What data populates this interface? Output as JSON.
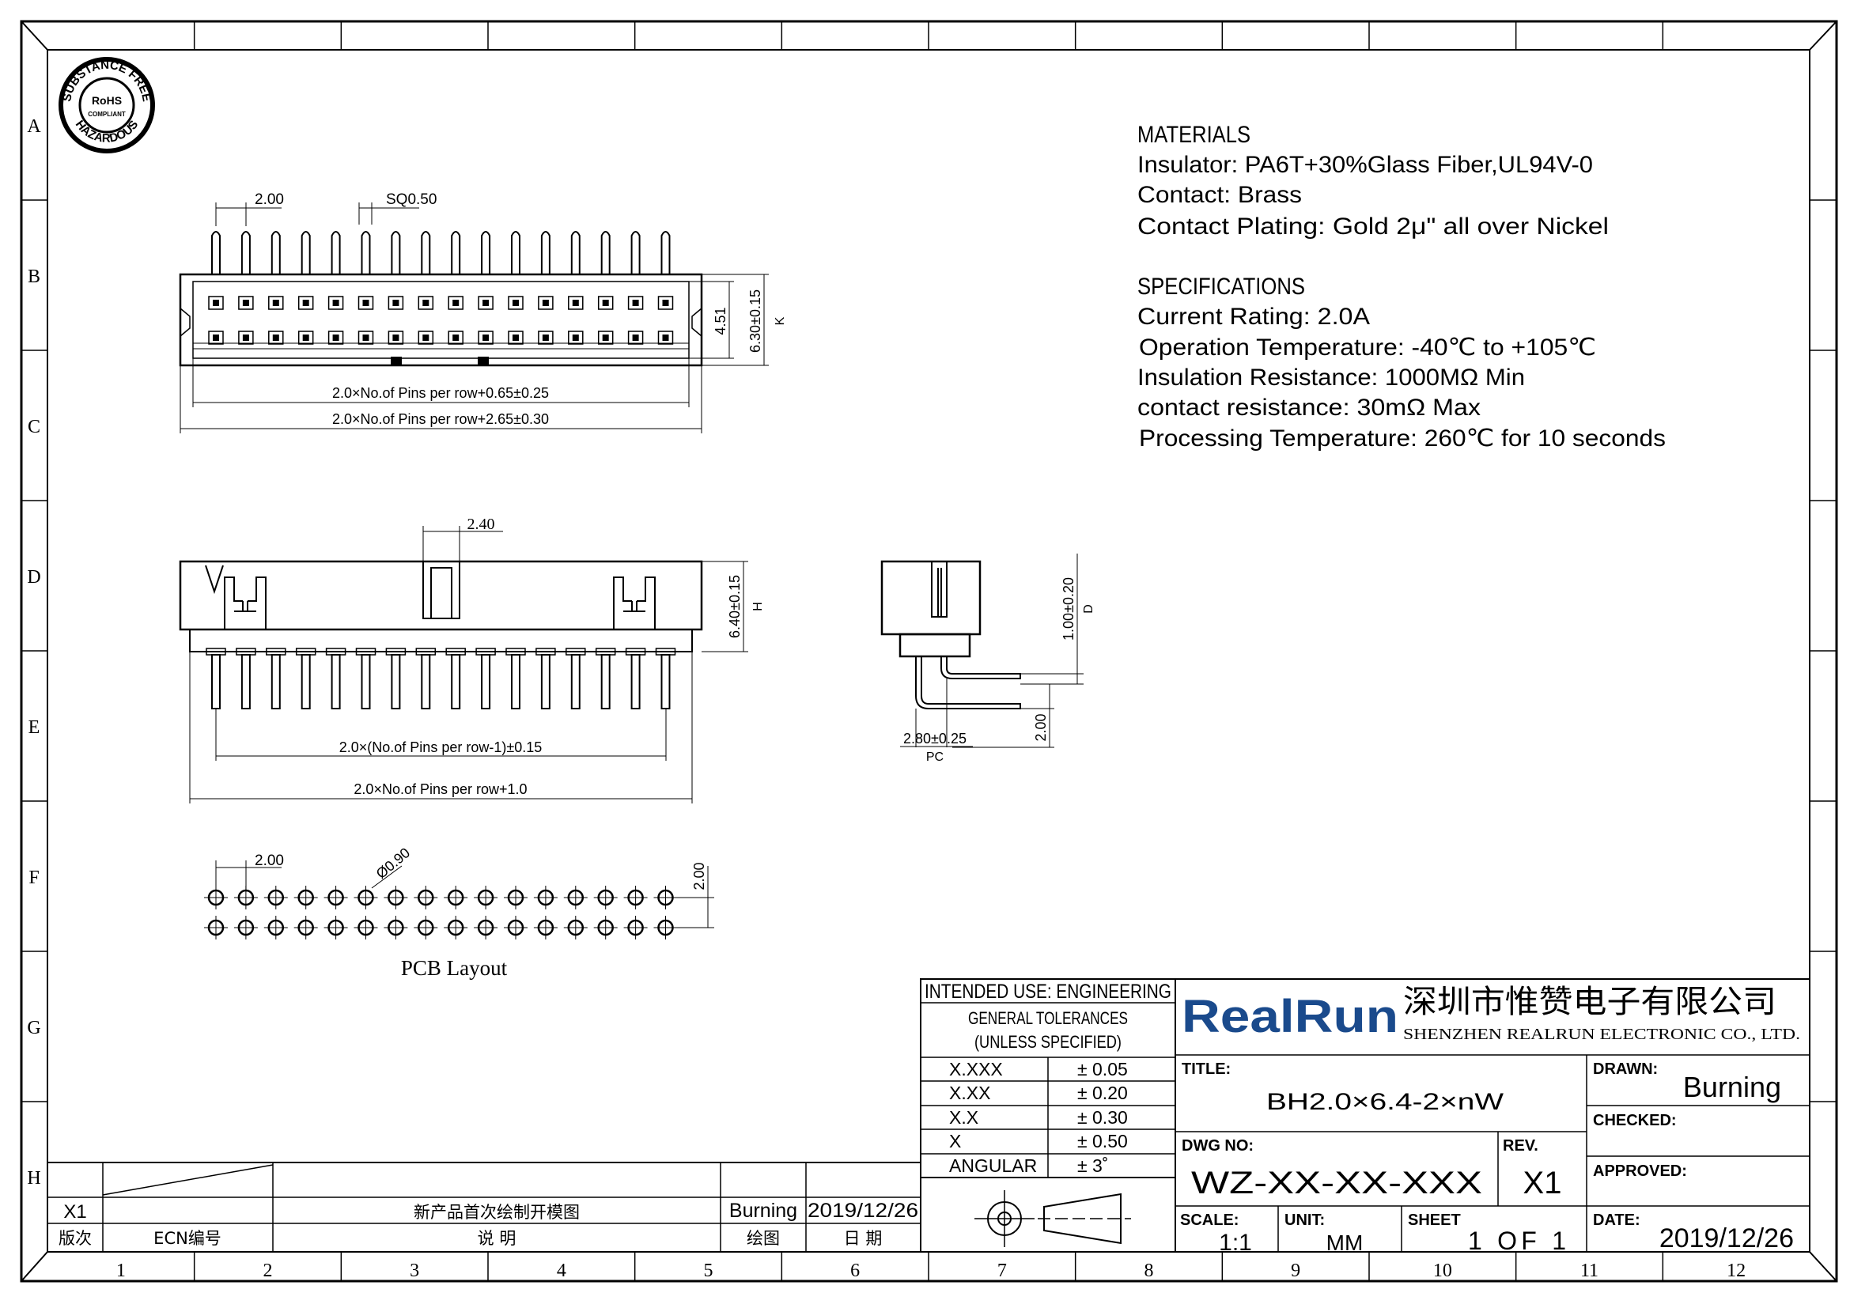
{
  "frame": {
    "columns": [
      "1",
      "2",
      "3",
      "4",
      "5",
      "6",
      "7",
      "8",
      "9",
      "10",
      "11",
      "12"
    ],
    "rows": [
      "A",
      "B",
      "C",
      "D",
      "E",
      "F",
      "G",
      "H"
    ]
  },
  "rohs": {
    "outer_top": "SUBSTANCE FREE",
    "outer_bottom": "HAZARDOUS",
    "inner_1": "RoHS",
    "inner_2": "COMPLIANT"
  },
  "materials": {
    "heading": "MATERIALS",
    "lines": [
      "Insulator: PA6T+30%Glass Fiber,UL94V-0",
      "Contact: Brass",
      "Contact Plating: Gold 2μ\" all over Nickel"
    ]
  },
  "specifications": {
    "heading": "SPECIFICATIONS",
    "lines": [
      "Current Rating: 2.0A",
      "Operation Temperature: -40℃ to +105℃",
      "Insulation Resistance: 1000MΩ Min",
      "contact resistance: 30mΩ Max",
      "Processing Temperature: 260℃ for 10 seconds"
    ]
  },
  "top_view": {
    "pitch": "2.00",
    "pin_size": "SQ0.50",
    "inner_height": "4.51",
    "height": "6.30±0.15",
    "height_ref": "K",
    "width_inner": "2.0×No.of Pins per row+0.65±0.25",
    "width_outer": "2.0×No.of Pins per row+2.65±0.30"
  },
  "front_view": {
    "key_width": "2.40",
    "height": "6.40±0.15",
    "height_ref": "H",
    "pin_span": "2.0×(No.of Pins per row-1)±0.15",
    "body_width": "2.0×No.of Pins per row+1.0"
  },
  "side_view": {
    "row_pitch": "1.00±0.20",
    "row_pitch_ref": "D",
    "lead": "2.00",
    "offset": "2.80±0.25",
    "offset_ref": "PC"
  },
  "pcb_layout": {
    "pitch": "2.00",
    "hole": "Ø0.90",
    "row_pitch": "2.00",
    "caption": "PCB Layout"
  },
  "tolerances": {
    "intended_use": "INTENDED USE: ENGINEERING",
    "general_1": "GENERAL TOLERANCES",
    "general_2": "(UNLESS SPECIFIED)",
    "rows": [
      {
        "label": "X.XXX",
        "value": "± 0.05"
      },
      {
        "label": "X.XX",
        "value": "± 0.20"
      },
      {
        "label": "X.X",
        "value": "± 0.30"
      },
      {
        "label": "X",
        "value": "± 0.50"
      },
      {
        "label": "ANGULAR",
        "value": "± 3˚"
      }
    ]
  },
  "revision": {
    "rev": "X1",
    "description": "新产品首次绘制开模图",
    "drawn_by": "Burning",
    "date": "2019/12/26",
    "headers": {
      "rev": "版次",
      "ecn": "ECN编号",
      "description": "说  明",
      "drawn": "绘图",
      "date": "日  期"
    }
  },
  "company": {
    "logo": "RealRun",
    "name_cn": "深圳市惟赞电子有限公司",
    "name_en": "SHENZHEN REALRUN ELECTRONIC CO., LTD."
  },
  "title_block": {
    "title_label": "TITLE:",
    "title": "BH2.0×6.4-2×nW",
    "dwg_label": "DWG NO:",
    "dwg_no": "WZ-XX-XX-XXX",
    "rev_label": "REV.",
    "rev": "X1",
    "scale_label": "SCALE:",
    "scale": "1:1",
    "unit_label": "UNIT:",
    "unit": "MM",
    "sheet_label": "SHEET",
    "sheet": "1 OF 1",
    "drawn_label": "DRAWN:",
    "drawn": "Burning",
    "checked_label": "CHECKED:",
    "approved_label": "APPROVED:",
    "date_label": "DATE:",
    "date": "2019/12/26"
  }
}
